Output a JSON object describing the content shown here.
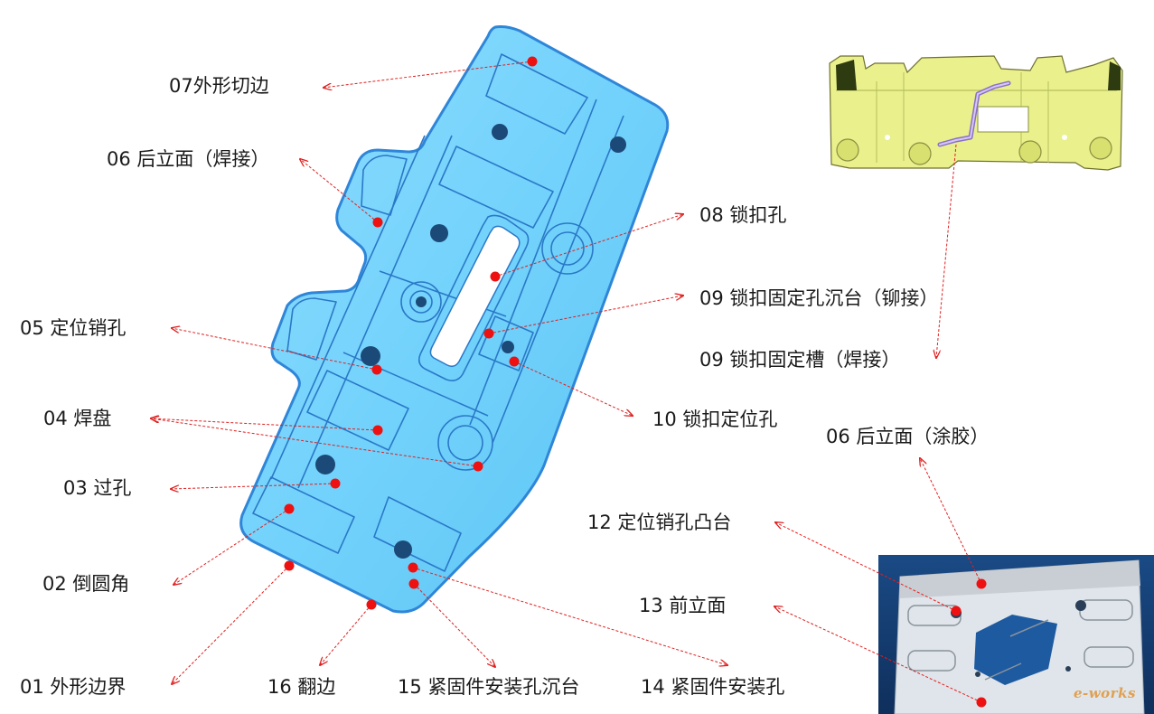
{
  "labels": {
    "l07": "07外形切边",
    "l06a": "06 后立面（焊接）",
    "l08": "08 锁扣孔",
    "l09a": "09 锁扣固定孔沉台（铆接）",
    "l09b": "09 锁扣固定槽（焊接）",
    "l05": "05 定位销孔",
    "l10": "10 锁扣定位孔",
    "l06b": "06 后立面（涂胶）",
    "l04": "04 焊盘",
    "l03": "03 过孔",
    "l12": "12 定位销孔凸台",
    "l02": "02 倒圆角",
    "l13": "13 前立面",
    "l01": "01 外形边界",
    "l16": "16  翻边",
    "l15": "15 紧固件安装孔沉台",
    "l14": "14 紧固件安装孔"
  },
  "watermark": "e-works",
  "colors": {
    "part_blue": "#72d2fb",
    "part_edge": "#2f86d8",
    "leader": "#e02020",
    "marker": "#ee1111",
    "bracket_yellow": "#e9f08c",
    "photo_bg": "#123a6e"
  }
}
